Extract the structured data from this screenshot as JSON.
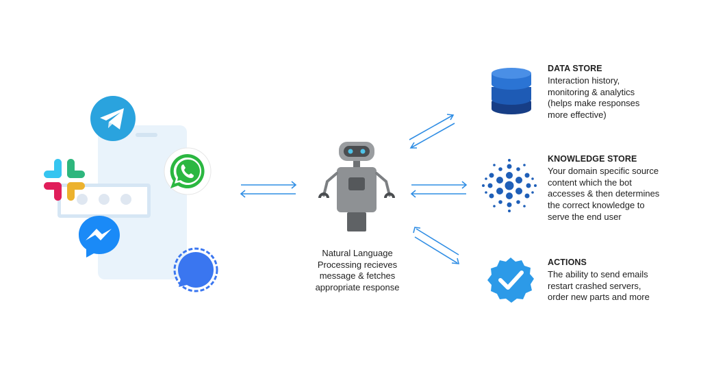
{
  "center": {
    "caption_lines": [
      "Natural Language",
      "Processing recieves",
      "message & fetches",
      "appropriate response"
    ]
  },
  "blocks": [
    {
      "title": "DATA STORE",
      "lines": [
        "Interaction history,",
        "monitoring & analytics",
        "(helps make responses",
        "more effective)"
      ],
      "icon": "database-icon"
    },
    {
      "title": "KNOWLEDGE STORE",
      "lines": [
        "Your domain specific source",
        "content which the bot",
        "accesses & then determines",
        "the correct knowledge to",
        "serve the end user"
      ],
      "icon": "knowledge-dots-icon"
    },
    {
      "title": "ACTIONS",
      "lines": [
        "The ability to send emails",
        "restart crashed servers,",
        "order new parts and more"
      ],
      "icon": "verified-badge-icon"
    }
  ],
  "channels": [
    "telegram-icon",
    "slack-icon",
    "whatsapp-icon",
    "messenger-icon",
    "signal-icon"
  ],
  "colors": {
    "accent_blue": "#2f8de4",
    "database_dark": "#1e4fa0",
    "badge_blue": "#2c9ae8",
    "robot_gray": "#8e9194"
  }
}
